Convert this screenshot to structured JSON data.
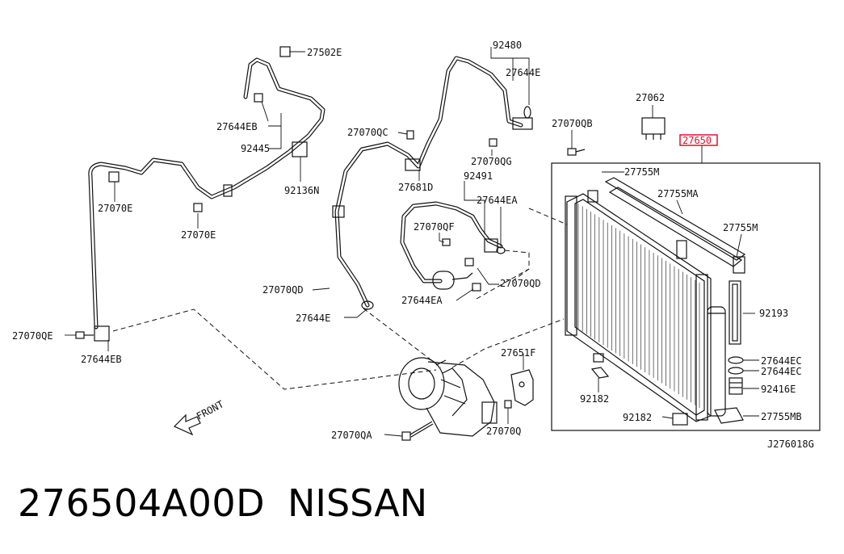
{
  "diagram": {
    "highlight_color": "#e0102a",
    "highlighted_callout": "27650",
    "labels": {
      "l27502E": "27502E",
      "l92480": "92480",
      "l27644E_top": "27644E",
      "l27062": "27062",
      "l27644EB_top": "27644EB",
      "l92445": "92445",
      "l27070QC": "27070QC",
      "l27070QB": "27070QB",
      "l27650": "27650",
      "l27070QG": "27070QG",
      "l92136N": "92136N",
      "l27755M_1": "27755M",
      "l92491": "92491",
      "l27681D": "27681D",
      "l27644EA": "27644EA",
      "l27755MA": "27755MA",
      "l27070E_1": "27070E",
      "l27070QF": "27070QF",
      "l27755M_2": "27755M",
      "l27070E_2": "27070E",
      "l27070QD_1": "27070QD",
      "l27070QD_2": "27070QD",
      "l27644EA_2": "27644EA",
      "l27644E_2": "27644E",
      "l92193": "92193",
      "l27070QE": "27070QE",
      "l27644EB_2": "27644EB",
      "l27651F": "27651F",
      "l27644EC_1": "27644EC",
      "l27644EC_2": "27644EC",
      "l92182_1": "92182",
      "l92416E": "92416E",
      "l92182_2": "92182",
      "l27755MB": "27755MB",
      "l27070QA": "27070QA",
      "l27070Q": "27070Q",
      "front": "FRONT"
    },
    "diagram_code": "J276018G"
  },
  "caption": {
    "part_number": "276504A00D",
    "brand": "NISSAN"
  }
}
